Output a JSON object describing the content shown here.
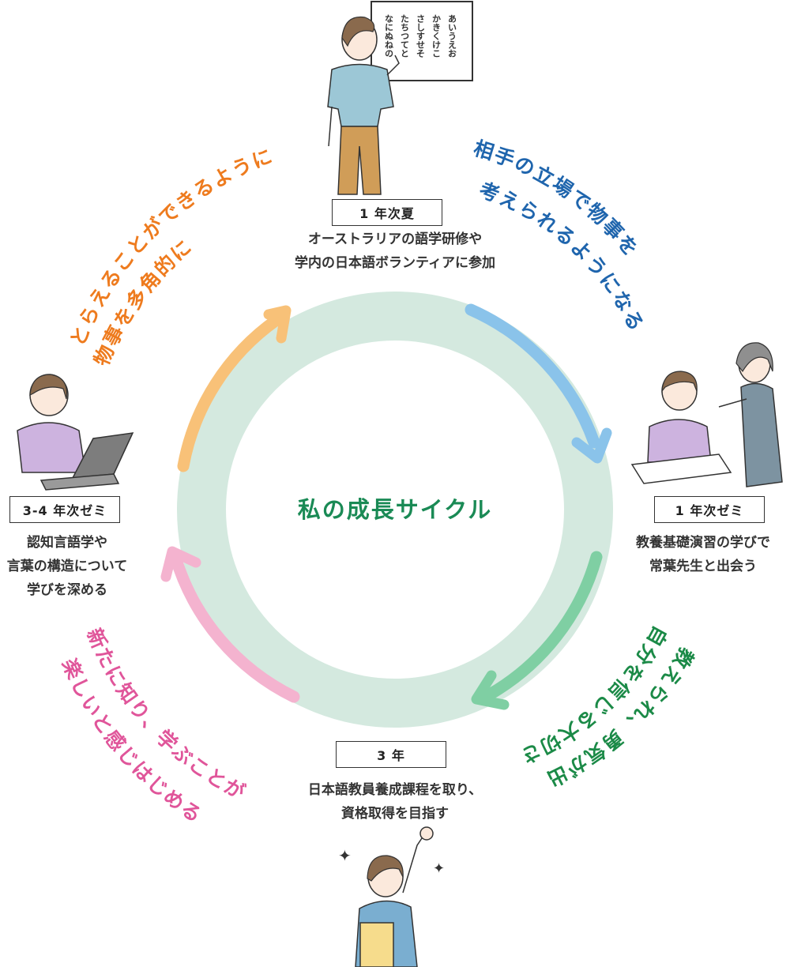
{
  "cycle": {
    "title": "私の成長サイクル",
    "colors": {
      "ring": "#d4e9df",
      "blue": "#8ac3ea",
      "green": "#7fcfa3",
      "pink": "#f4b3cf",
      "orange": "#f8c178"
    }
  },
  "stages": [
    {
      "label": "1 年次夏",
      "lines": [
        "オーストラリアの語学研修や",
        "学内の日本語ボランティアに参加"
      ]
    },
    {
      "label": "1 年次ゼミ",
      "lines": [
        "教養基礎演習の学びで",
        "常葉先生と出会う"
      ]
    },
    {
      "label": "3 年",
      "lines": [
        "日本語教員養成課程を取り、",
        "資格取得を目指す"
      ]
    },
    {
      "label": "3-4 年次ゼミ",
      "lines": [
        "認知言語学や",
        "言葉の構造について",
        "学びを深める"
      ]
    }
  ],
  "arcs": {
    "blue": {
      "lines": [
        "相手の立場で物事を",
        "考えられるようになる"
      ],
      "color": "#1f65ad"
    },
    "green": {
      "lines": [
        "自分を信じる大切さを",
        "教えられ、勇気が出る"
      ],
      "color": "#1b8a47"
    },
    "pink": {
      "lines": [
        "新たに知り、学ぶことが",
        "楽しいと感じはじめる"
      ],
      "color": "#e0559a"
    },
    "orange": {
      "lines": [
        "物事を多角的に",
        "とらえることができるように"
      ],
      "color": "#ee7b1e"
    }
  },
  "blackboard": {
    "columns": [
      "あいうえお",
      "かきくけこ",
      "さしすせそ",
      "たちつてと",
      "なにぬねの"
    ]
  }
}
